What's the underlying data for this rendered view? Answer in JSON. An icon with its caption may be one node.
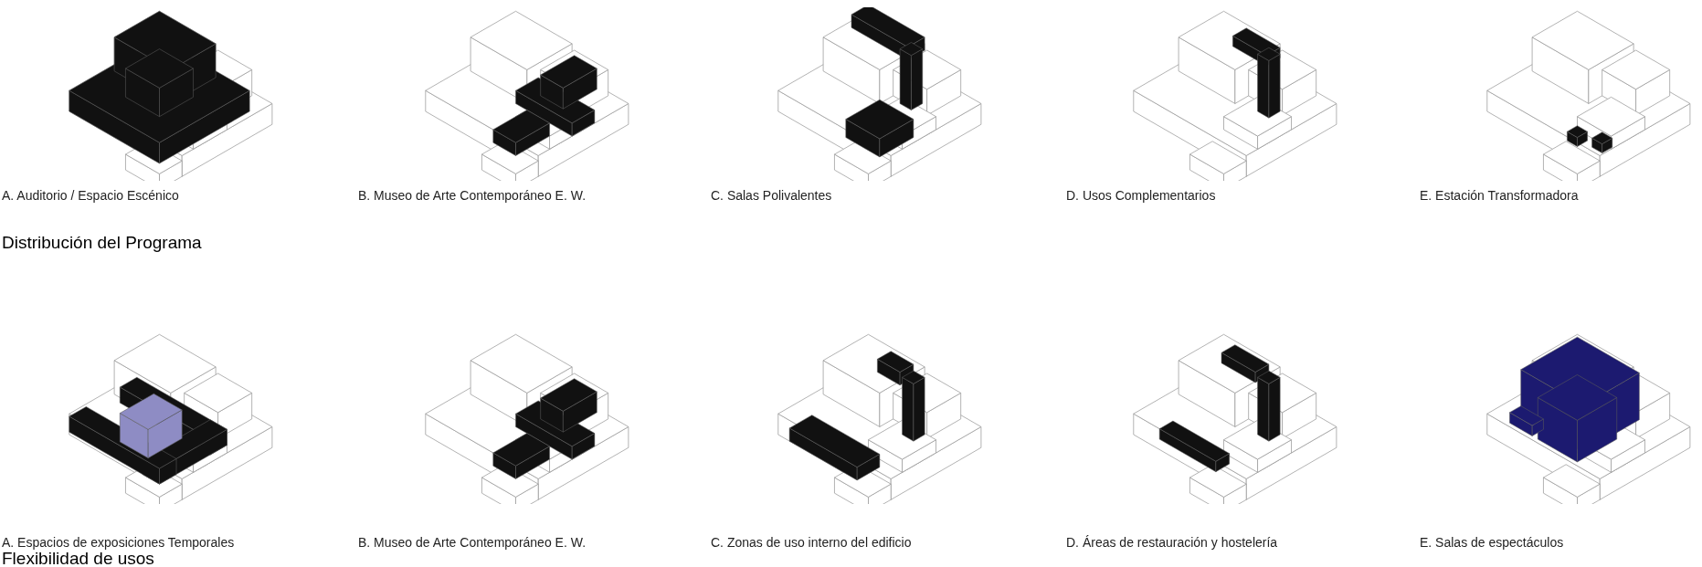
{
  "diagram": {
    "labels": [
      "A. Auditorio / Espacio Escénico",
      "B. Museo de Arte Contemporáneo E. W.",
      "C. Salas Polivalentes",
      "D. Usos Complementarios",
      "E. Estación Transformadora",
      "Distribución del Programa",
      "A. Espacios de exposiciones Temporales",
      "B. Museo de Arte Contemporáneo E. W.",
      "C. Zonas de uso interno del edificio",
      "D. Áreas de restauración y hostelería",
      "E. Salas de espectáculos",
      "Flexibilidad de usos"
    ]
  }
}
